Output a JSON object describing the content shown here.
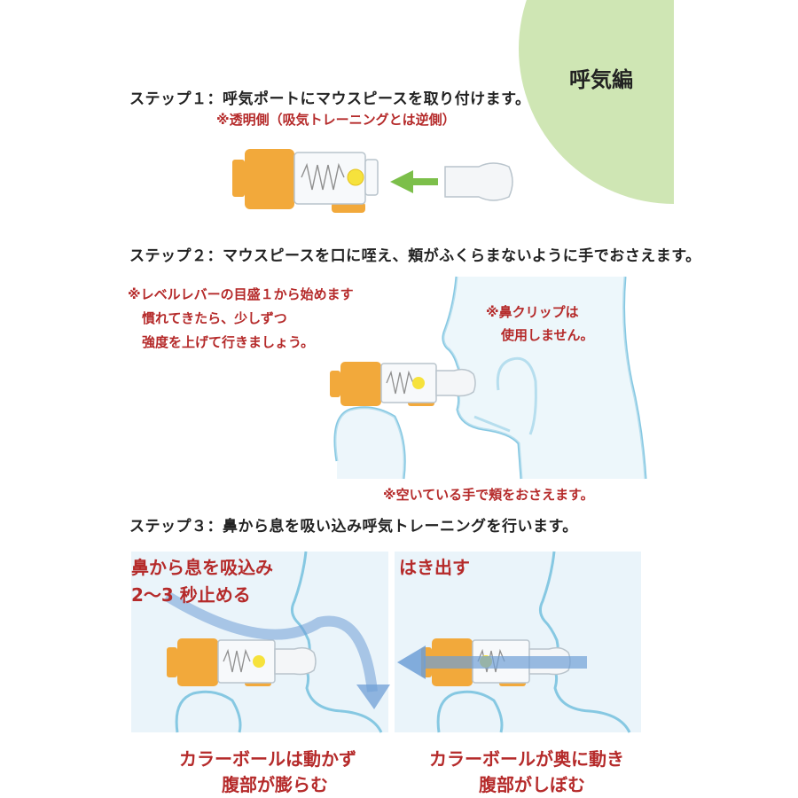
{
  "section": {
    "title": "呼気編",
    "accent_color": "#cfe6b4"
  },
  "step1": {
    "text": "ステップ１：呼気ポートにマウスピースを取り付けます。",
    "note": "※透明側（吸気トレーニングとは逆側）"
  },
  "step2": {
    "text": "ステップ２：マウスピースを口に咥え、頬がふくらまないように手でおさえます。",
    "note_lines": [
      "※レベルレバーの目盛１から始めます",
      "慣れてきたら、少しずつ",
      "強度を上げて行きましょう。"
    ],
    "nose_clip_lines": [
      "※鼻クリップは",
      "使用しません。"
    ],
    "hand_note": "※空いている手で頬をおさえます。"
  },
  "step3": {
    "text": "ステップ３：鼻から息を吸い込み呼気トレーニングを行います。",
    "left": {
      "instruction_lines": [
        "鼻から息を吸込み",
        "2～3 秒止める"
      ],
      "caption_lines": [
        "カラーボールは動かず",
        "腹部が膨らむ"
      ]
    },
    "right": {
      "instruction": "はき出す",
      "caption_lines": [
        "カラーボールが奥に動き",
        "腹部がしぼむ"
      ]
    }
  },
  "colors": {
    "device_orange": "#f2a93b",
    "outline_blue": "#86c8e2",
    "arrow_green": "#7cbf4a",
    "arrow_blue": "#6f9fd6",
    "text_red": "#b52a2a"
  }
}
